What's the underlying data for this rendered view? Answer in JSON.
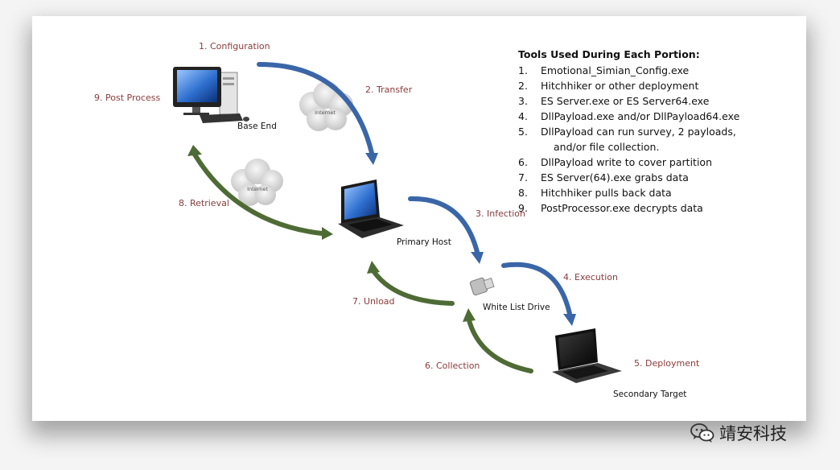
{
  "steps": {
    "configuration": "1. Configuration",
    "transfer": "2. Transfer",
    "infection": "3. Infection",
    "execution": "4. Execution",
    "deployment": "5. Deployment",
    "collection": "6. Collection",
    "unload": "7. Unload",
    "retrieval": "8. Retrieval",
    "post_process": "9. Post Process"
  },
  "devices": {
    "base_end": "Base End",
    "primary_host": "Primary Host",
    "white_list_drive": "White List Drive",
    "secondary_target": "Secondary Target"
  },
  "clouds": {
    "internet_label": "Internet"
  },
  "tools": {
    "title": "Tools Used During Each Portion:",
    "items": [
      {
        "num": "1.",
        "text": "Emotional_Simian_Config.exe"
      },
      {
        "num": "2.",
        "text": "Hitchhiker or other deployment"
      },
      {
        "num": "3.",
        "text": "ES Server.exe or ES Server64.exe"
      },
      {
        "num": "4.",
        "text": "DllPayload.exe and/or DllPayload64.exe"
      },
      {
        "num": "5.",
        "text": "DllPayload can run survey, 2 payloads,",
        "cont": "and/or file collection."
      },
      {
        "num": "6.",
        "text": "DllPayload write to cover partition"
      },
      {
        "num": "7.",
        "text": "ES Server(64).exe grabs data"
      },
      {
        "num": "8.",
        "text": "Hitchhiker pulls back data"
      },
      {
        "num": "9.",
        "text": "PostProcessor.exe decrypts data"
      }
    ]
  },
  "watermark": {
    "text": "靖安科技",
    "icon": "wechat-icon"
  },
  "colors": {
    "blue_arrow": "#3a66a8",
    "green_arrow": "#4e6b35",
    "step_label": "#8a3b3b"
  }
}
